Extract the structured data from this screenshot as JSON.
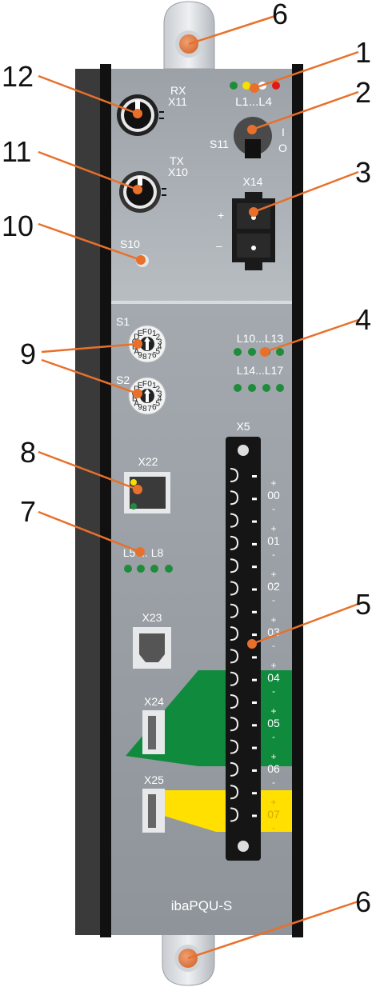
{
  "device": {
    "name": "ibaPQU-S",
    "connectors": {
      "rx": "RX",
      "rx_id": "X11",
      "tx": "TX",
      "tx_id": "X10",
      "s10": "S10",
      "power": "X14",
      "power_plus": "+",
      "power_minus": "–",
      "s11": "S11",
      "s11_on": "I",
      "s11_off": "O",
      "leds_top": "L1...L4",
      "rot1": "S1",
      "rot2": "S2",
      "rot_digits": [
        "0",
        "1",
        "2",
        "3",
        "4",
        "5",
        "6",
        "7",
        "8",
        "9",
        "A",
        "B",
        "C",
        "D",
        "E",
        "F"
      ],
      "leds_mid1": "L10...L13",
      "leds_mid2": "L14...L17",
      "x5": "X5",
      "x22": "X22",
      "leds_low": "L5 ... L8",
      "x23": "X23",
      "x24": "X24",
      "x25": "X25"
    },
    "terminals": [
      {
        "num": "00",
        "plus": "+",
        "minus": "-"
      },
      {
        "num": "01",
        "plus": "+",
        "minus": "-"
      },
      {
        "num": "02",
        "plus": "+",
        "minus": "-"
      },
      {
        "num": "03",
        "plus": "+",
        "minus": "-"
      },
      {
        "num": "04",
        "plus": "+",
        "minus": "-"
      },
      {
        "num": "05",
        "plus": "+",
        "minus": "-"
      },
      {
        "num": "06",
        "plus": "+",
        "minus": "-"
      },
      {
        "num": "07",
        "plus": "+",
        "minus": "-"
      }
    ]
  },
  "callouts": {
    "c1": "1",
    "c2": "2",
    "c3": "3",
    "c4": "4",
    "c5": "5",
    "c6_top": "6",
    "c6_bottom": "6",
    "c7": "7",
    "c8": "8",
    "c9": "9",
    "c10": "10",
    "c11": "11",
    "c12": "12"
  },
  "colors": {
    "callout_line": "#e8702a",
    "led_green": "#1e8c3a",
    "led_yellow": "#f5e000",
    "led_red": "#e01818",
    "panel_green": "#108a3c",
    "panel_yellow": "#ffe000"
  }
}
